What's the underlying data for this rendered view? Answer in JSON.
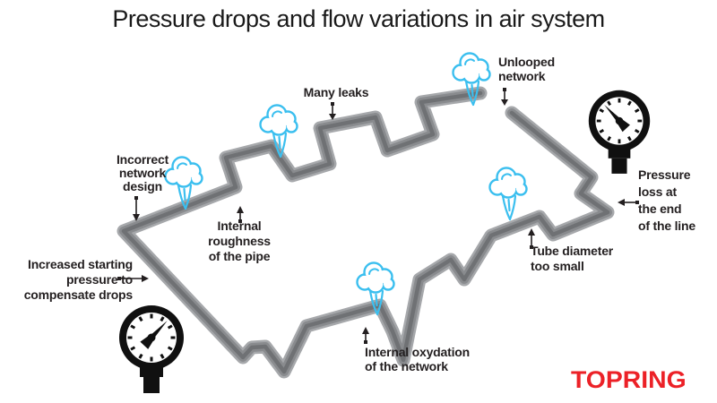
{
  "title": "Pressure drops and flow variations in air system",
  "logo": {
    "text": "TOPRING"
  },
  "annotations": {
    "incorrect_network_design": {
      "text": "Incorrect\nnetwork\ndesign"
    },
    "many_leaks": {
      "text": "Many leaks"
    },
    "unlooped_network": {
      "text": "Unlooped\nnetwork"
    },
    "pressure_loss": {
      "text": "Pressure\nloss at\nthe end\nof the line"
    },
    "tube_diameter": {
      "text": "Tube diameter\ntoo small"
    },
    "internal_roughness": {
      "text": "Internal\nroughness\nof the pipe"
    },
    "internal_oxydation": {
      "text": "Internal oxydation\nof the network"
    },
    "increased_pressure": {
      "text": "Increased starting\npressure to\ncompensate drops"
    }
  },
  "icons": {
    "leak_cloud": "cloud-of-escaping-air-icon",
    "pressure_gauge": "analog-pressure-gauge-icon"
  },
  "colors": {
    "background": "#ffffff",
    "pipe_gray": "#898b8e",
    "leak_blue": "#3bbfef",
    "text_black": "#231f20",
    "logo_red": "#ec2127"
  }
}
